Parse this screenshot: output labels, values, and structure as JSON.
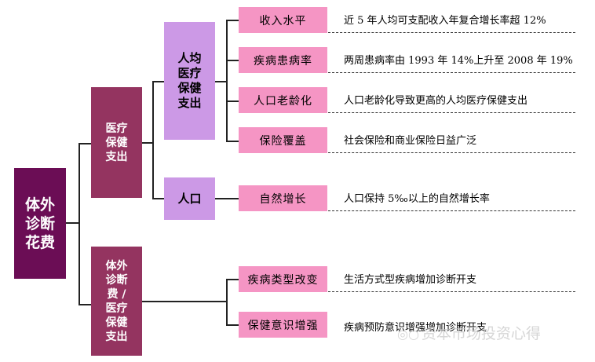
{
  "root": {
    "label": "体外\n诊断\n花费"
  },
  "level2": [
    {
      "label": "医疗\n保健\n支出"
    },
    {
      "label": "体外\n诊断\n费 /\n医疗\n保健\n支出"
    }
  ],
  "level3": [
    {
      "label": "人均\n医疗\n保健\n支出"
    },
    {
      "label": "人口"
    }
  ],
  "factors": [
    {
      "label": "收入水平",
      "description": "近 5 年人均可支配收入年复合增长率超 12%"
    },
    {
      "label": "疾病患病率",
      "description": "两周患病率由 1993 年 14%上升至 2008 年 19%"
    },
    {
      "label": "人口老龄化",
      "description": "人口老龄化导致更高的人均医疗保健支出"
    },
    {
      "label": "保险覆盖",
      "description": "社会保险和商业保险日益广泛"
    },
    {
      "label": "自然增长",
      "description": "人口保持 5‰以上的自然增长率"
    },
    {
      "label": "疾病类型改变",
      "description": "生活方式型疾病增加诊断开支"
    },
    {
      "label": "保健意识增强",
      "description": "疾病预防意识增强增加诊断开支"
    }
  ],
  "watermark": {
    "text": "资本市场投资心得"
  },
  "colors": {
    "root": "#6b0d55",
    "level2": "#943460",
    "level3": "#cc99e6",
    "factor": "#f595c4"
  }
}
